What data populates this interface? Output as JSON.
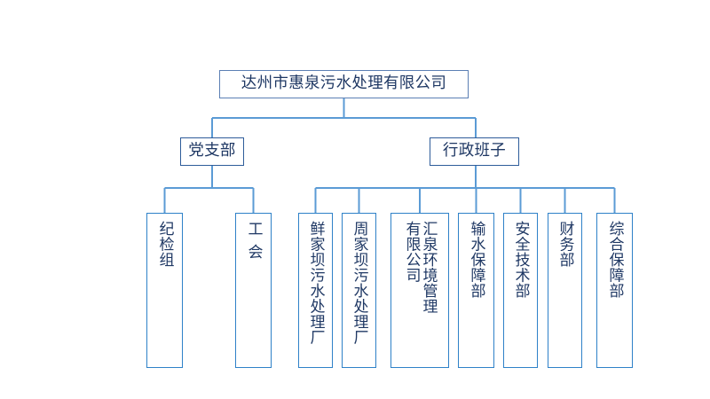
{
  "chart_data": {
    "type": "diagram",
    "diagram_type": "organization-chart",
    "title": "达州市惠泉污水处理有限公司",
    "orientation": "top-down",
    "levels": 3,
    "node_count": 12,
    "colors": {
      "root_border": "#5B7FB4",
      "level2_border": "#2E5C9A",
      "leaf_border": "#2E81C8",
      "connector": "#5B9BD5",
      "text": "#1F3864",
      "background": "#FFFFFF"
    },
    "nodes": [
      {
        "id": "root",
        "label": "达州市惠泉污水处理有限公司",
        "level": 1,
        "parent": null
      },
      {
        "id": "party",
        "label": "党支部",
        "level": 2,
        "parent": "root"
      },
      {
        "id": "admin",
        "label": "行政班子",
        "level": 2,
        "parent": "root"
      },
      {
        "id": "leaf1",
        "label": "纪检组",
        "level": 3,
        "parent": "party"
      },
      {
        "id": "leaf2",
        "label": "工会",
        "level": 3,
        "parent": "party"
      },
      {
        "id": "leaf3",
        "label": "鲜家坝污水处理厂",
        "level": 3,
        "parent": "admin"
      },
      {
        "id": "leaf4",
        "label": "周家坝污水处理厂",
        "level": 3,
        "parent": "admin"
      },
      {
        "id": "leaf5",
        "label": "汇泉环境管理有限公司",
        "level": 3,
        "parent": "admin"
      },
      {
        "id": "leaf6",
        "label": "输水保障部",
        "level": 3,
        "parent": "admin"
      },
      {
        "id": "leaf7",
        "label": "安全技术部",
        "level": 3,
        "parent": "admin"
      },
      {
        "id": "leaf8",
        "label": "财务部",
        "level": 3,
        "parent": "admin"
      },
      {
        "id": "leaf9",
        "label": "综合保障部",
        "level": 3,
        "parent": "admin"
      }
    ]
  },
  "root": {
    "label": "达州市惠泉污水处理有限公司"
  },
  "level2": {
    "party": {
      "label": "党支部"
    },
    "admin": {
      "label": "行政班子"
    }
  },
  "leaves": [
    {
      "label": "纪检组",
      "col_main": "纪检组",
      "col_sub": ""
    },
    {
      "label": "工会",
      "col_main": "工会",
      "col_sub": ""
    },
    {
      "label": "鲜家坝污水处理厂",
      "col_main": "鲜家坝污水处理厂",
      "col_sub": ""
    },
    {
      "label": "周家坝污水处理厂",
      "col_main": "周家坝污水处理厂",
      "col_sub": ""
    },
    {
      "label": "汇泉环境管理有限公司",
      "col_main": "汇泉环境管理",
      "col_sub": "有限公司"
    },
    {
      "label": "输水保障部",
      "col_main": "输水保障部",
      "col_sub": ""
    },
    {
      "label": "安全技术部",
      "col_main": "安全技术部",
      "col_sub": ""
    },
    {
      "label": "财务部",
      "col_main": "财务部",
      "col_sub": ""
    },
    {
      "label": "综合保障部",
      "col_main": "综合保障部",
      "col_sub": ""
    }
  ]
}
